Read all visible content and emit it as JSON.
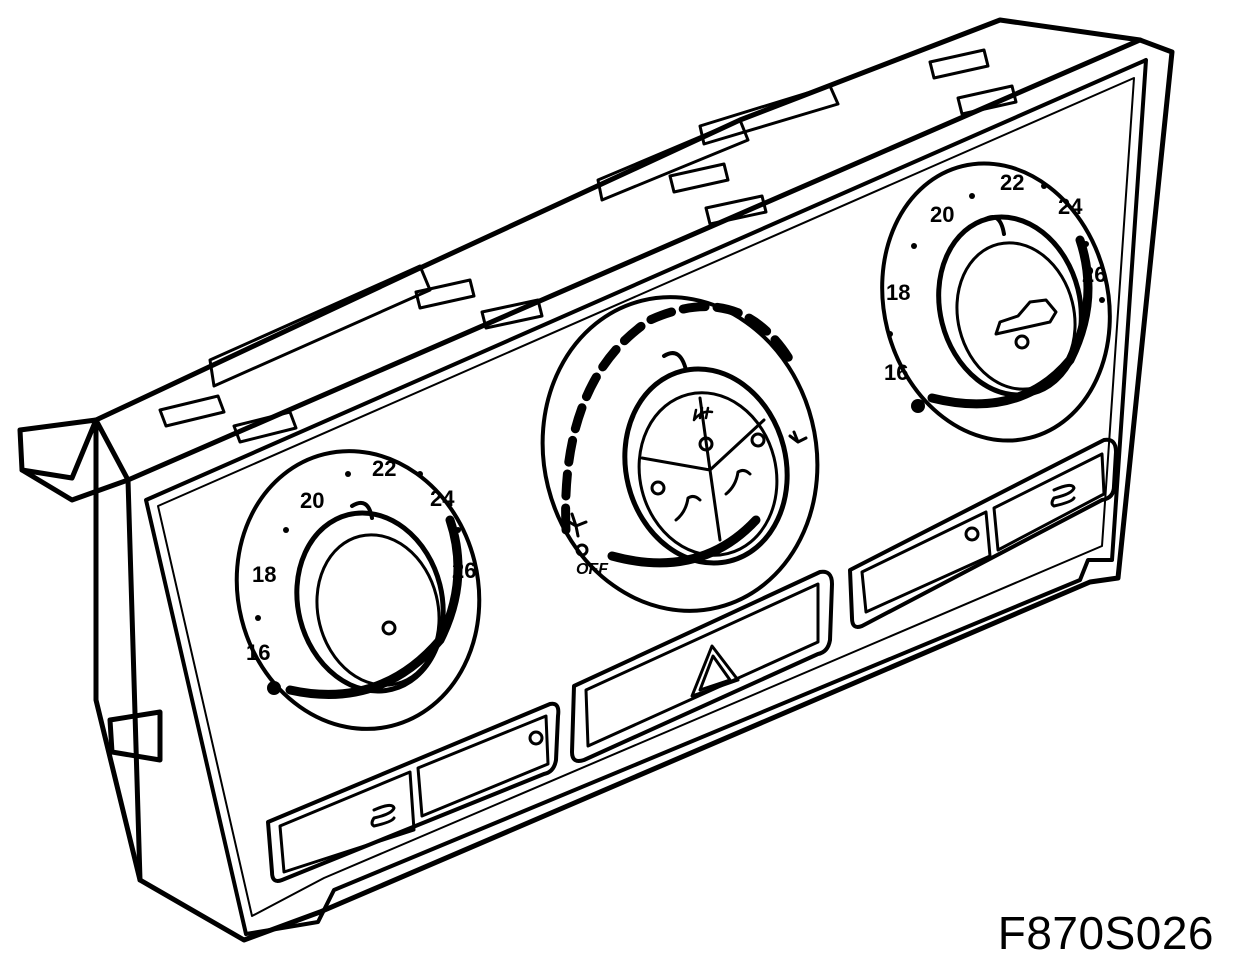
{
  "figure": {
    "code": "F870S026",
    "ink_color": "#000000",
    "background_color": "#ffffff"
  },
  "left_dial": {
    "labels": [
      "16",
      "18",
      "20",
      "22",
      "24",
      "26"
    ]
  },
  "center_dial": {
    "off_label": "OFF",
    "icons": [
      "fan-icon",
      "defrost-icon",
      "face-vent-icon",
      "floor-face-icon",
      "floor-icon"
    ]
  },
  "right_dial": {
    "labels": [
      "16",
      "18",
      "20",
      "22",
      "24",
      "26"
    ],
    "icons": [
      "recirculation-car-icon"
    ]
  },
  "buttons": {
    "icons": [
      "rear-defrost-icon",
      "hazard-warning-icon",
      "ac-button-icon"
    ]
  }
}
